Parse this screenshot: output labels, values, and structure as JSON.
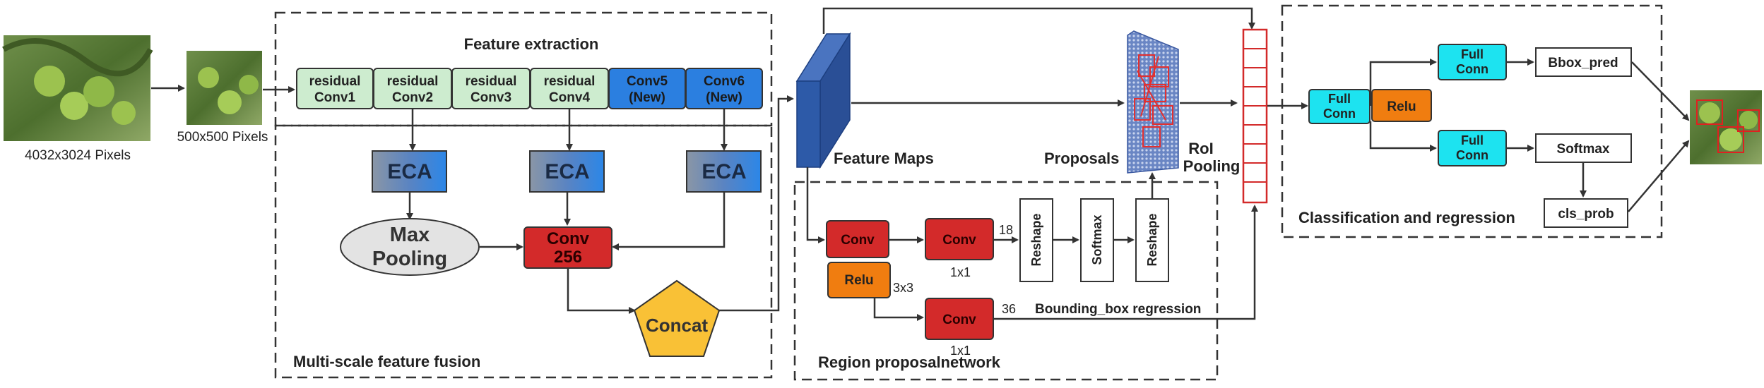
{
  "images": {
    "input_caption": "4032x3024 Pixels",
    "resized_caption": "500x500 Pixels"
  },
  "regions": {
    "feature_extraction": "Feature extraction",
    "multi_scale": "Multi-scale feature fusion",
    "rpn": "Region proposalnetwork",
    "classification": "Classification and regression"
  },
  "backbone": [
    {
      "line1": "residual",
      "line2": "Conv1"
    },
    {
      "line1": "residual",
      "line2": "Conv2"
    },
    {
      "line1": "residual",
      "line2": "Conv3"
    },
    {
      "line1": "residual",
      "line2": "Conv4"
    },
    {
      "line1": "Conv5",
      "line2": "(New)"
    },
    {
      "line1": "Conv6",
      "line2": "(New)"
    }
  ],
  "fusion": {
    "eca": "ECA",
    "maxpool_line1": "Max",
    "maxpool_line2": "Pooling",
    "conv_line1": "Conv",
    "conv_line2": "256",
    "concat": "Concat"
  },
  "maps": {
    "feature_maps": "Feature Maps",
    "proposals": "Proposals",
    "roi_line1": "RoI",
    "roi_line2": "Pooling"
  },
  "rpn": {
    "conv": "Conv",
    "relu": "Relu",
    "k3": "3x3",
    "k1a": "1x1",
    "k1b": "1x1",
    "n18": "18",
    "n36": "36",
    "reshape": "Reshape",
    "softmax": "Softmax",
    "bbox_reg": "Bounding_box regression"
  },
  "head": {
    "full_line1": "Full",
    "full_line2": "Conn",
    "relu": "Relu",
    "bbox_pred": "Bbox_pred",
    "softmax": "Softmax",
    "cls_prob": "cls_prob"
  },
  "colors": {
    "backbone_green": "#cdeccf",
    "backbone_blue": "#2b7fe0",
    "eca": "#4a78b8",
    "conv_red": "#d32a2a",
    "relu_orange": "#f07d10",
    "concat_yellow": "#f9c136",
    "cyan": "#1de3f0",
    "maxpool_gray": "#e3e3e3",
    "feature_blue": "#2d5aa8",
    "roi_red": "#d32a2a"
  }
}
